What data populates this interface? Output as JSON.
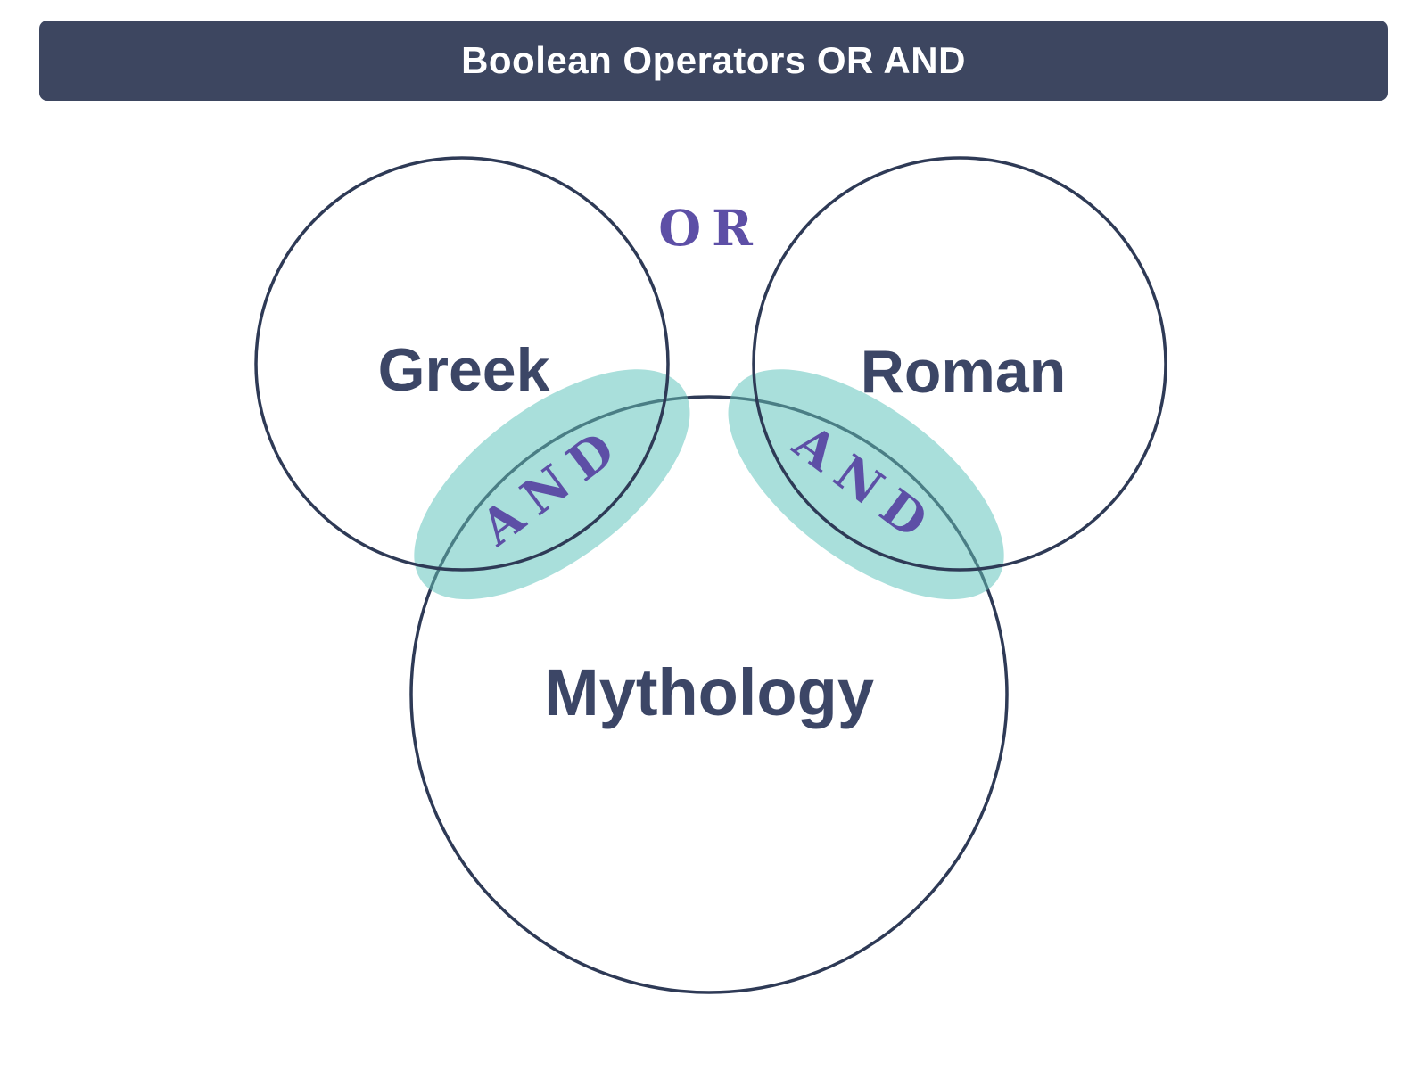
{
  "header": {
    "title": "Boolean Operators OR AND"
  },
  "venn": {
    "or_label": "OR",
    "and_left_label": "AND",
    "and_right_label": "AND",
    "sets": [
      {
        "label": "Greek"
      },
      {
        "label": "Roman"
      },
      {
        "label": "Mythology"
      }
    ]
  },
  "colors": {
    "background": "#ffffff",
    "header_bg": "#3d4660",
    "header_text": "#ffffff",
    "circle_outline": "#2e3a56",
    "label_text": "#3c4666",
    "operator_purple": "#5d4fa6",
    "highlight_teal": "#a9dfdb",
    "highlight_arc_tint": "#4a7e85"
  }
}
